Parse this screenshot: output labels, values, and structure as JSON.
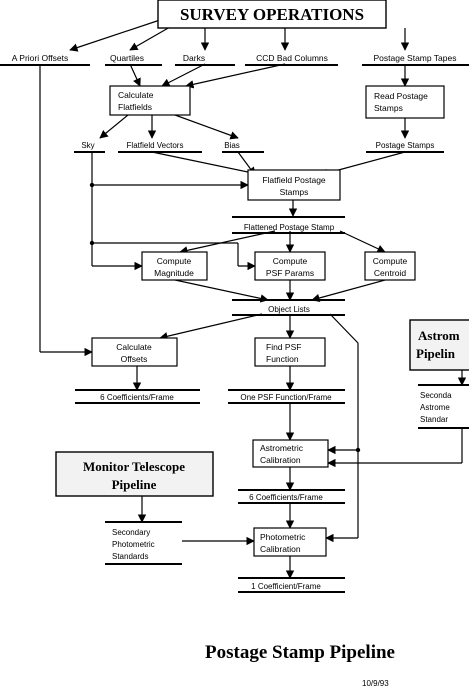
{
  "title_box": "SURVEY OPERATIONS",
  "level1": {
    "a_priori_offsets": "A Priori Offsets",
    "quartiles": "Quartiles",
    "darks": "Darks",
    "ccd_bad_columns": "CCD Bad Columns",
    "postage_stamp_tapes": "Postage Stamp Tapes"
  },
  "processes": {
    "calculate_flatfields": [
      "Calculate",
      "Flatfields"
    ],
    "read_postage_stamps": [
      "Read Postage",
      "Stamps"
    ],
    "flatfield_postage_stamps": [
      "Flatfield Postage",
      "Stamps"
    ],
    "compute_magnitude": [
      "Compute",
      "Magnitude"
    ],
    "compute_psf_params": [
      "Compute",
      "PSF Params"
    ],
    "compute_centroid": [
      "Compute",
      "Centroid"
    ],
    "calculate_offsets": [
      "Calculate",
      "Offsets"
    ],
    "find_psf_function": [
      "Find PSF",
      "Function"
    ],
    "astrometric_calibration": [
      "Astrometric",
      "Calibration"
    ],
    "photometric_calibration": [
      "Photometric",
      "Calibration"
    ]
  },
  "stores": {
    "sky": "Sky",
    "flatfield_vectors": "Flatfield Vectors",
    "bias": "Bias",
    "postage_stamps": "Postage Stamps",
    "flattened_postage_stamp": "Flattened Postage Stamp",
    "object_lists": "Object Lists",
    "six_coeff_a": "6 Coefficients/Frame",
    "one_psf": "One PSF Function/Frame",
    "six_coeff_b": "6 Coefficients/Frame",
    "one_coeff": "1 Coefficient/Frame",
    "secondary_photometric": [
      "Secondary",
      "Photometric",
      "Standards"
    ],
    "secondary_astrometric": [
      "Seconda",
      "Astrome",
      "Standar"
    ]
  },
  "external": {
    "monitor_telescope": [
      "Monitor Telescope",
      "Pipeline"
    ],
    "astrometric_pipeline": [
      "Astrom",
      "Pipelin"
    ]
  },
  "footer": {
    "title": "Postage Stamp Pipeline",
    "date": "10/9/93"
  }
}
